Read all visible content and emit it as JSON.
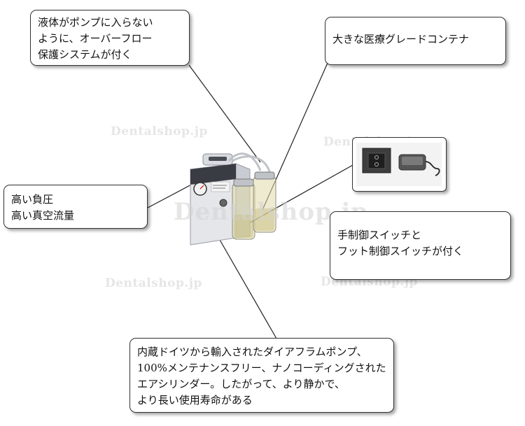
{
  "callouts": {
    "overflow": [
      "液体がポンプに入らない",
      "ように、オーバーフロー",
      "保護システムが付く"
    ],
    "container": [
      "大きな医療グレードコンテナ"
    ],
    "pressure": [
      "高い負圧",
      "高い真空流量"
    ],
    "switch": [
      "手制御スイッチと",
      "フット制御スイッチが付く"
    ],
    "pump": [
      "内蔵ドイツから輸入されたダイアフラムポンプ、",
      "100%メンテナンスフリー、ナノコーディングされた",
      "エアシリンダー。したがって、より静かで、",
      "より長い使用寿命がある"
    ]
  },
  "watermarks": {
    "small": "Dentalshop.jp",
    "big": "Dentalshop.jp"
  },
  "colors": {
    "border": "#333333",
    "device_body": "#e4e6ea",
    "device_front": "#3a3c44"
  }
}
